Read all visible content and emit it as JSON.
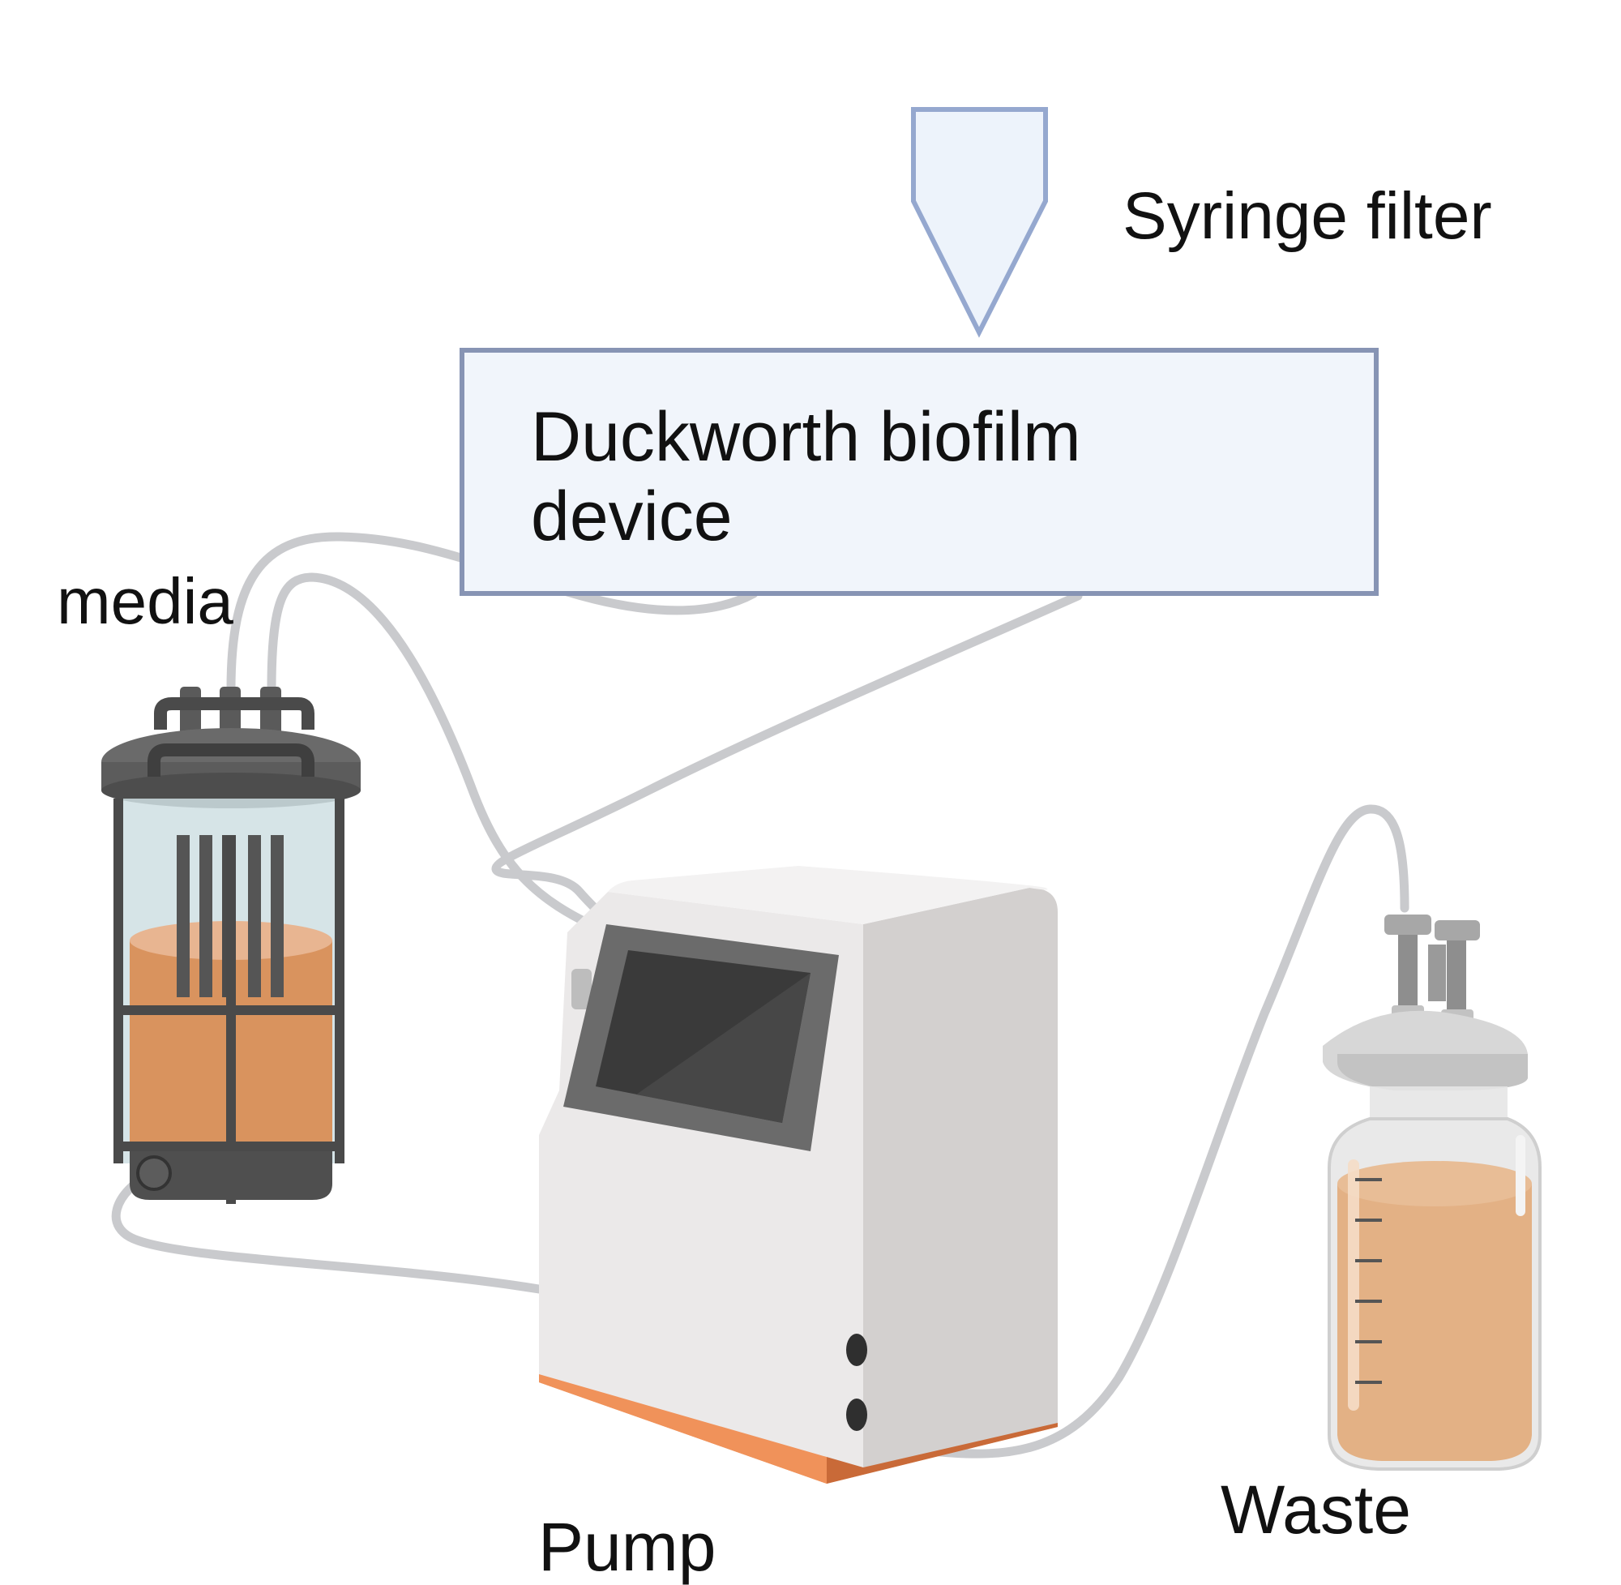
{
  "labels": {
    "syringe_filter": "Syringe filter",
    "device": "Duckworth biofilm device",
    "media": "media",
    "pump": "Pump",
    "waste": "Waste"
  },
  "colors": {
    "tubing": "#c9cacd",
    "device_border": "#8794b4",
    "device_fill": "#f1f5fb",
    "syringe_border": "#95a8cf",
    "syringe_fill": "#edf3fb",
    "media_liquid": "#d9935e",
    "waste_liquid": "#e3b185",
    "pump_base": "#e9874f",
    "reactor_dark": "#555555"
  },
  "icons": [
    "syringe-filter-icon",
    "media-reactor-icon",
    "pump-icon",
    "waste-bottle-icon"
  ]
}
